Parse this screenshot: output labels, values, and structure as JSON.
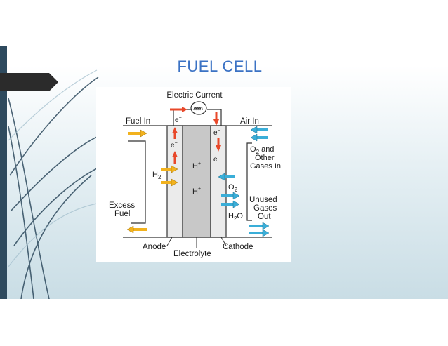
{
  "slide": {
    "title": "FUEL CELL"
  },
  "diagram": {
    "top_label": "Electric Current",
    "fuel_in": "Fuel In",
    "air_in": "Air In",
    "electron": "e",
    "electron_sup": "−",
    "proton": "H",
    "proton_sup": "+",
    "h2": "H",
    "h2_sub": "2",
    "o2": "O",
    "o2_sub": "2",
    "o2_and": "O",
    "o2_and_sub": "2",
    "o2_and_text": " and",
    "other": "Other",
    "gases_in": "Gases In",
    "unused": "Unused",
    "gases": "Gases",
    "out": "Out",
    "excess": "Excess",
    "fuel": "Fuel",
    "h2o_h": "H",
    "h2o_sub": "2",
    "h2o_o": "O",
    "anode": "Anode",
    "electrolyte": "Electrolyte",
    "cathode": "Cathode"
  },
  "colors": {
    "title": "#3b72c4",
    "electron_arrow": "#e8482a",
    "fuel_arrow": "#f2b21e",
    "air_arrow": "#3aaed8",
    "electrolyte": "#c8c8c8",
    "electrode": "#ebebeb",
    "sidebar": "#2e4a5e"
  }
}
